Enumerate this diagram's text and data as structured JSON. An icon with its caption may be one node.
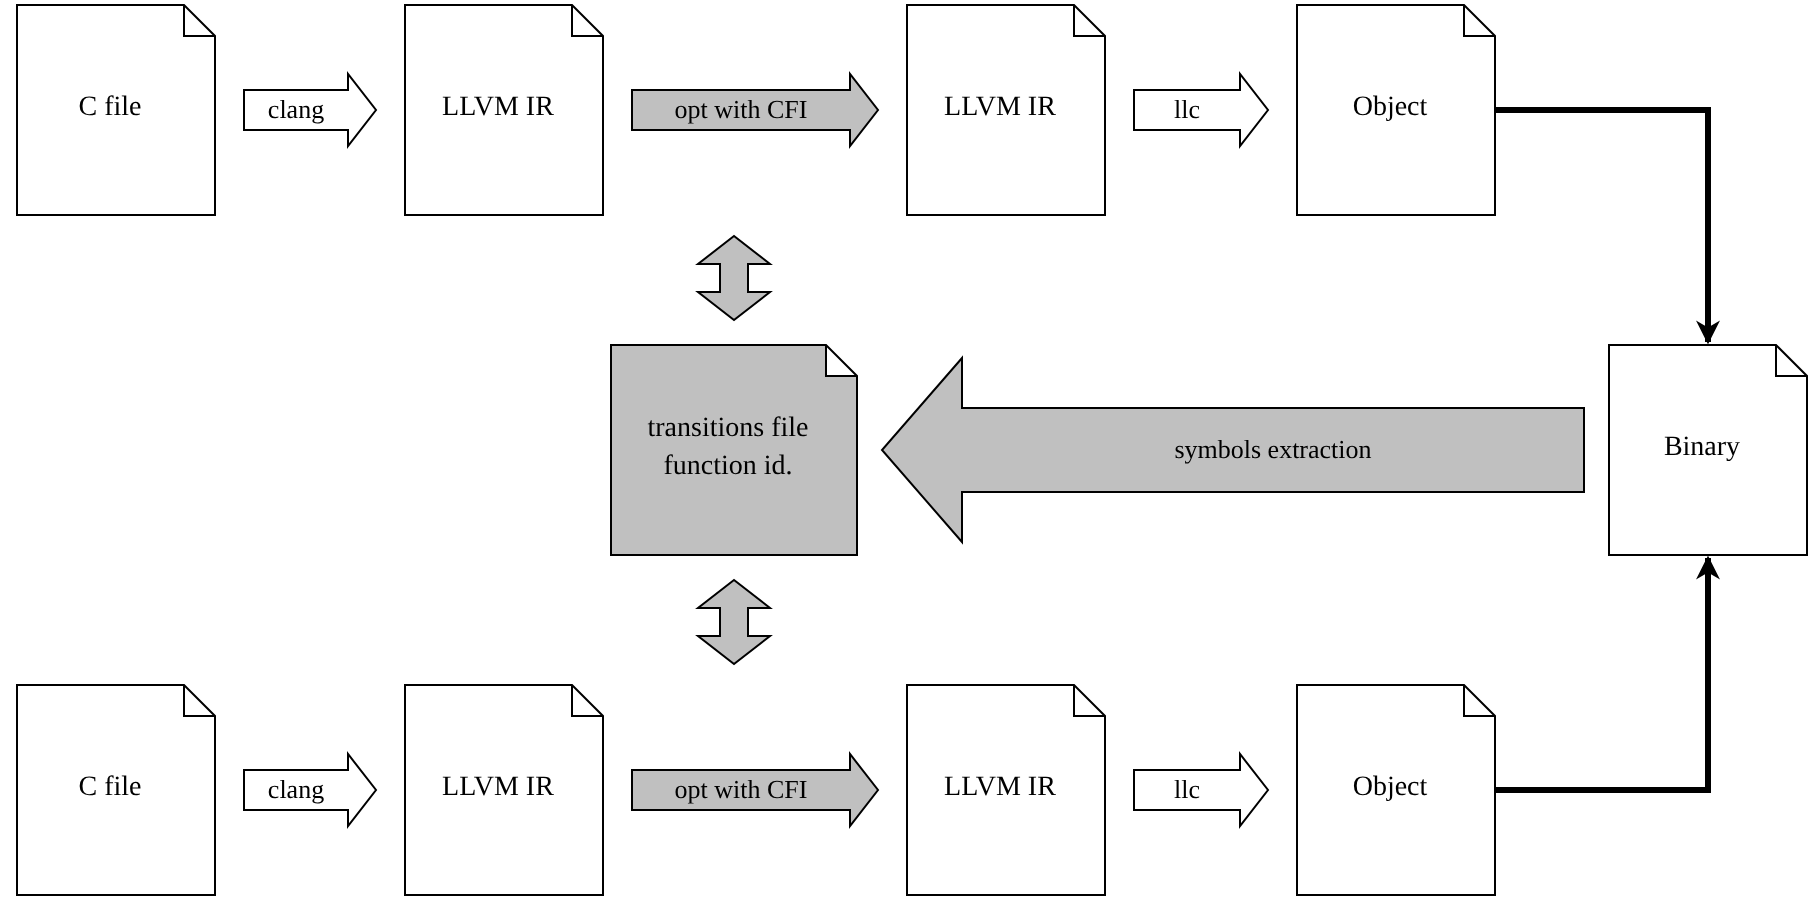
{
  "diagram": {
    "nodes": [
      {
        "text": [
          "C file"
        ]
      },
      {
        "text": [
          "LLVM IR"
        ]
      },
      {
        "text": [
          "LLVM IR"
        ]
      },
      {
        "text": [
          "Object"
        ]
      },
      {
        "text": [
          "transitions file function id."
        ]
      },
      {
        "text": [
          "Binary"
        ]
      },
      {
        "text": [
          "C file"
        ]
      },
      {
        "text": [
          "LLVM IR"
        ]
      },
      {
        "text": [
          "LLVM IR"
        ]
      },
      {
        "text": [
          "Object"
        ]
      }
    ],
    "edges": [
      {
        "from": 0,
        "to": 1,
        "arrow": "to",
        "label": "clang"
      },
      {
        "from": 1,
        "to": 2,
        "arrow": "to",
        "label": "opt with CFI",
        "color": "#c0c0c0"
      },
      {
        "from": 2,
        "to": 3,
        "arrow": "to",
        "label": "llc"
      },
      {
        "from": 3,
        "to": 5,
        "arrow": "to"
      },
      {
        "from": null,
        "to": 4,
        "arrow": "both",
        "color": "#c0c0c0"
      },
      {
        "from": 5,
        "to": 4,
        "arrow": "to",
        "label": "symbols extraction",
        "color": "#c0c0c0"
      },
      {
        "from": 4,
        "to": null,
        "arrow": "both",
        "color": "#c0c0c0"
      },
      {
        "from": 6,
        "to": 7,
        "arrow": "to",
        "label": "clang"
      },
      {
        "from": 7,
        "to": 8,
        "arrow": "to",
        "label": "opt with CFI",
        "color": "#c0c0c0"
      },
      {
        "from": 8,
        "to": 9,
        "arrow": "to",
        "label": "llc"
      },
      {
        "from": 9,
        "to": 5,
        "arrow": "to"
      }
    ]
  }
}
